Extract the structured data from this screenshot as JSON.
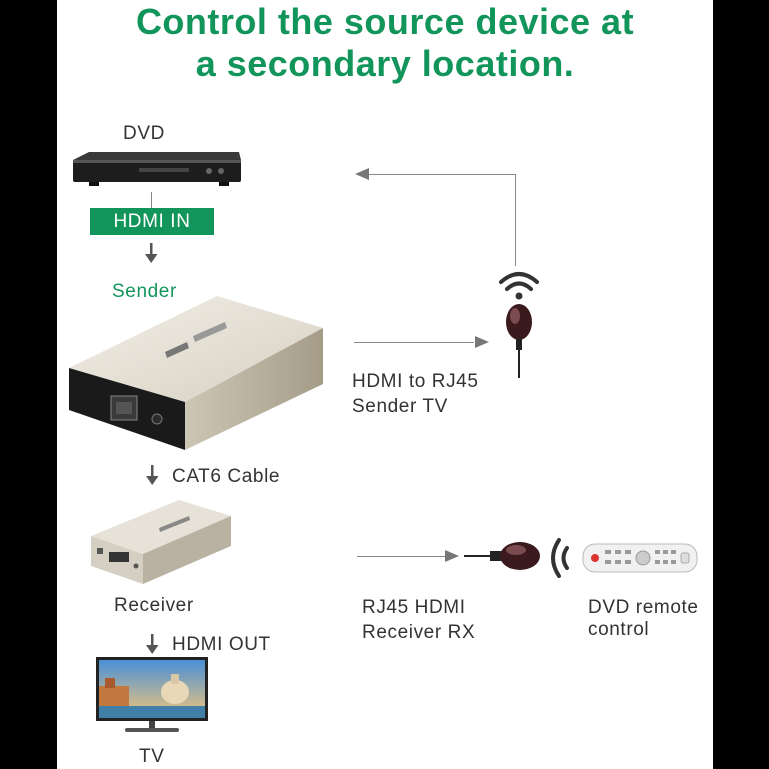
{
  "title": {
    "line1": "Control the source device at",
    "line2": "a secondary location."
  },
  "labels": {
    "dvd": "DVD",
    "hdmi_in": "HDMI IN",
    "sender": "Sender",
    "cat6": "CAT6 Cable",
    "receiver": "Receiver",
    "hdmi_out": "HDMI OUT",
    "tv": "TV",
    "sender_tv_1": "HDMI to RJ45",
    "sender_tv_2": "Sender TV",
    "receiver_rx_1": "RJ45 HDMI",
    "receiver_rx_2": "Receiver RX",
    "remote_1": "DVD remote",
    "remote_2": "control"
  },
  "colors": {
    "accent": "#12955a",
    "text": "#333333",
    "line": "#888888"
  },
  "icons": [
    "dvd-player-icon",
    "sender-box-icon",
    "receiver-box-icon",
    "tv-icon",
    "ir-transmitter-icon",
    "ir-receiver-icon",
    "remote-control-icon",
    "wifi-signal-icon",
    "ir-wave-icon",
    "down-arrow-icon"
  ]
}
